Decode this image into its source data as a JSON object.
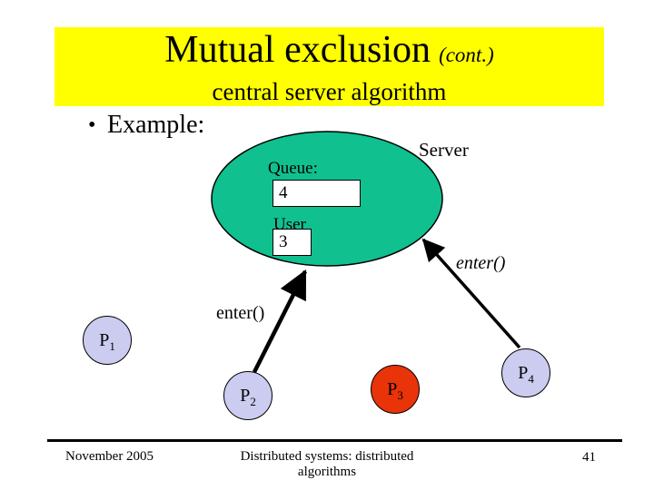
{
  "title": {
    "main": "Mutual exclusion",
    "cont": "(cont.)",
    "subtitle": "central server algorithm"
  },
  "bullet": {
    "marker": "•",
    "text": "Example:"
  },
  "diagram": {
    "server_label": "Server",
    "queue_label": "Queue:",
    "queue_value": "4",
    "user_label": "User",
    "user_value": "3",
    "enter_label_p2": "enter()",
    "enter_label_p4": "enter()",
    "processes": [
      {
        "name": "P",
        "sub": "1"
      },
      {
        "name": "P",
        "sub": "2"
      },
      {
        "name": "P",
        "sub": "3"
      },
      {
        "name": "P",
        "sub": "4"
      }
    ]
  },
  "footer": {
    "date": "November 2005",
    "center_line1": "Distributed systems: distributed",
    "center_line2": "algorithms",
    "page": "41"
  },
  "colors": {
    "banner-bg": "#ffff00",
    "ellipse-fill": "#10c08e",
    "process-fill": "#ccccf0",
    "process-active-fill": "#e93309"
  }
}
